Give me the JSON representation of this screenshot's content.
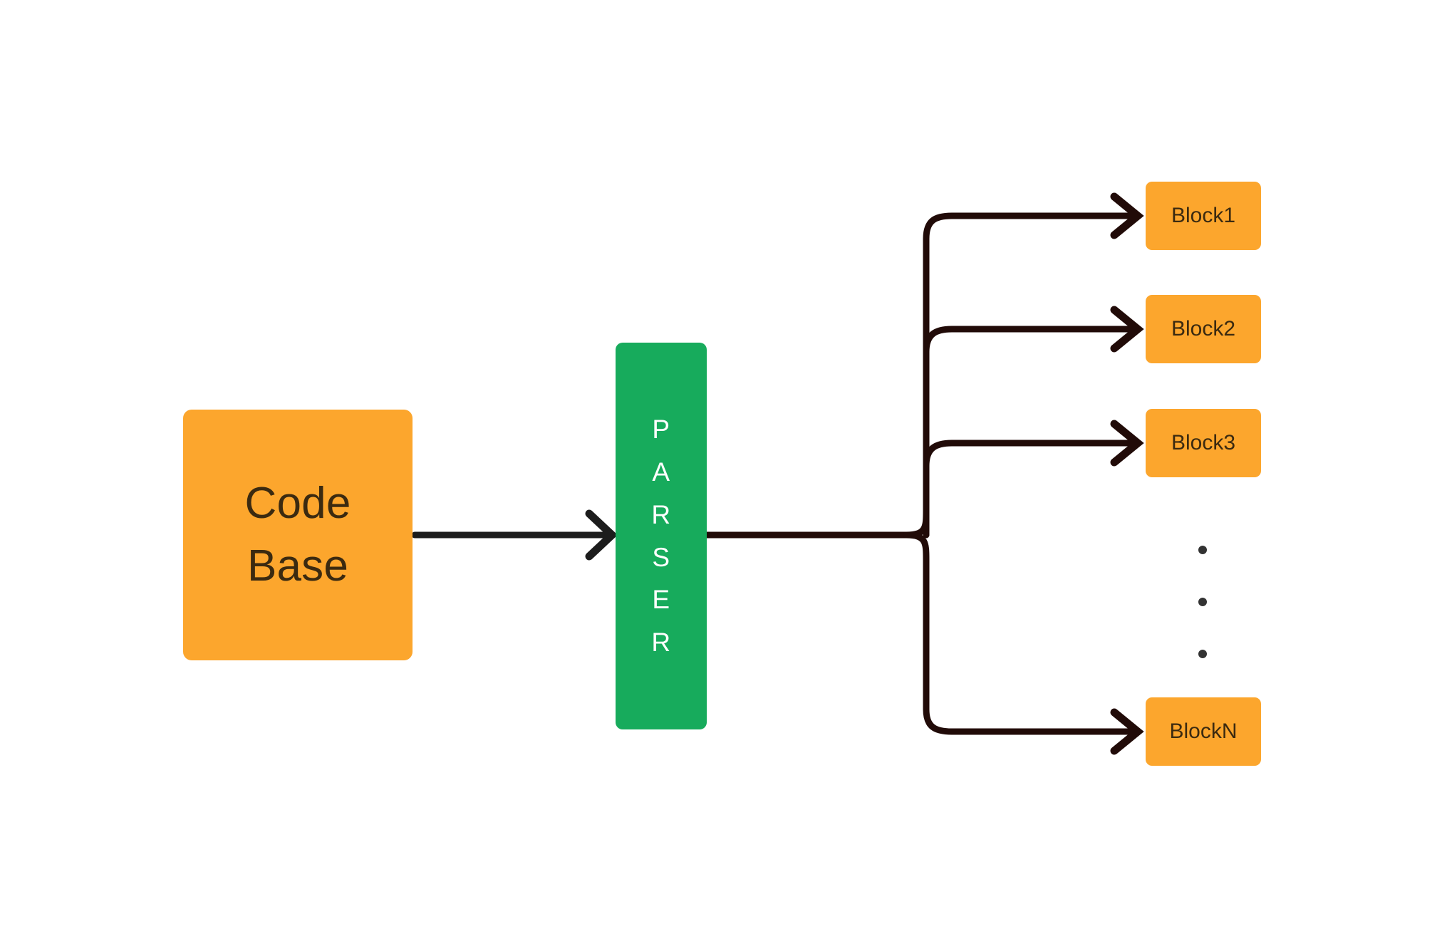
{
  "diagram": {
    "title": "Code Base parsed into blocks",
    "background": "#ffffff",
    "colors": {
      "node_orange": "#FCA62D",
      "node_green": "#17AB5C",
      "orange_text": "#3B2A10",
      "green_text": "#FFFFFF",
      "edge_dark": "#1C1C1C",
      "edge_branch": "#210B08",
      "ellipsis_dot": "#333333"
    },
    "source": {
      "label": "Code\nBase",
      "line1": "Code",
      "line2": "Base"
    },
    "processor": {
      "label": "PARSER",
      "letters": [
        "P",
        "A",
        "R",
        "S",
        "E",
        "R"
      ]
    },
    "outputs": [
      {
        "id": "block1",
        "label": "Block1"
      },
      {
        "id": "block2",
        "label": "Block2"
      },
      {
        "id": "block3",
        "label": "Block3"
      },
      {
        "id": "blockN",
        "label": "BlockN"
      }
    ],
    "ellipsis": {
      "label": "continues",
      "dot_count": 3
    },
    "edges": [
      {
        "id": "codebase-to-parser",
        "from": "Code Base",
        "to": "PARSER",
        "arrow": "open-chevron"
      },
      {
        "id": "parser-to-junction",
        "from": "PARSER",
        "to": "branch-junction",
        "arrow": "none"
      },
      {
        "id": "junction-to-block1",
        "from": "branch-junction",
        "to": "Block1",
        "arrow": "open-chevron"
      },
      {
        "id": "junction-to-block2",
        "from": "branch-junction",
        "to": "Block2",
        "arrow": "open-chevron"
      },
      {
        "id": "junction-to-block3",
        "from": "branch-junction",
        "to": "Block3",
        "arrow": "open-chevron"
      },
      {
        "id": "junction-to-blockN",
        "from": "branch-junction",
        "to": "BlockN",
        "arrow": "open-chevron"
      }
    ]
  }
}
